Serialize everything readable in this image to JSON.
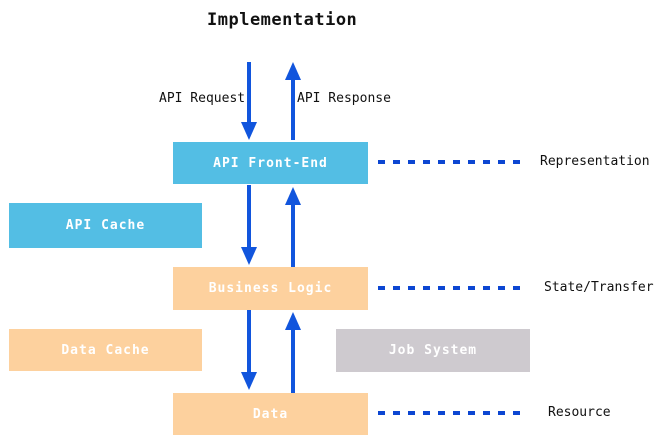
{
  "title": "Implementation",
  "colors": {
    "blue": "#53BEE4",
    "orange": "#FDD19E",
    "gray": "#CECACF",
    "arrow": "#1155DD",
    "dash": "#0C46D2"
  },
  "flow_labels": {
    "request": "API Request",
    "response": "API Response"
  },
  "nodes": {
    "api_front_end": {
      "label": "API Front-End",
      "color": "blue"
    },
    "api_cache": {
      "label": "API Cache",
      "color": "blue"
    },
    "business_logic": {
      "label": "Business Logic",
      "color": "orange"
    },
    "data_cache": {
      "label": "Data Cache",
      "color": "orange"
    },
    "job_system": {
      "label": "Job System",
      "color": "gray"
    },
    "data": {
      "label": "Data",
      "color": "orange"
    }
  },
  "side_labels": {
    "representation": "Representation",
    "state_transfer": "State/Transfer",
    "resource": "Resource"
  }
}
